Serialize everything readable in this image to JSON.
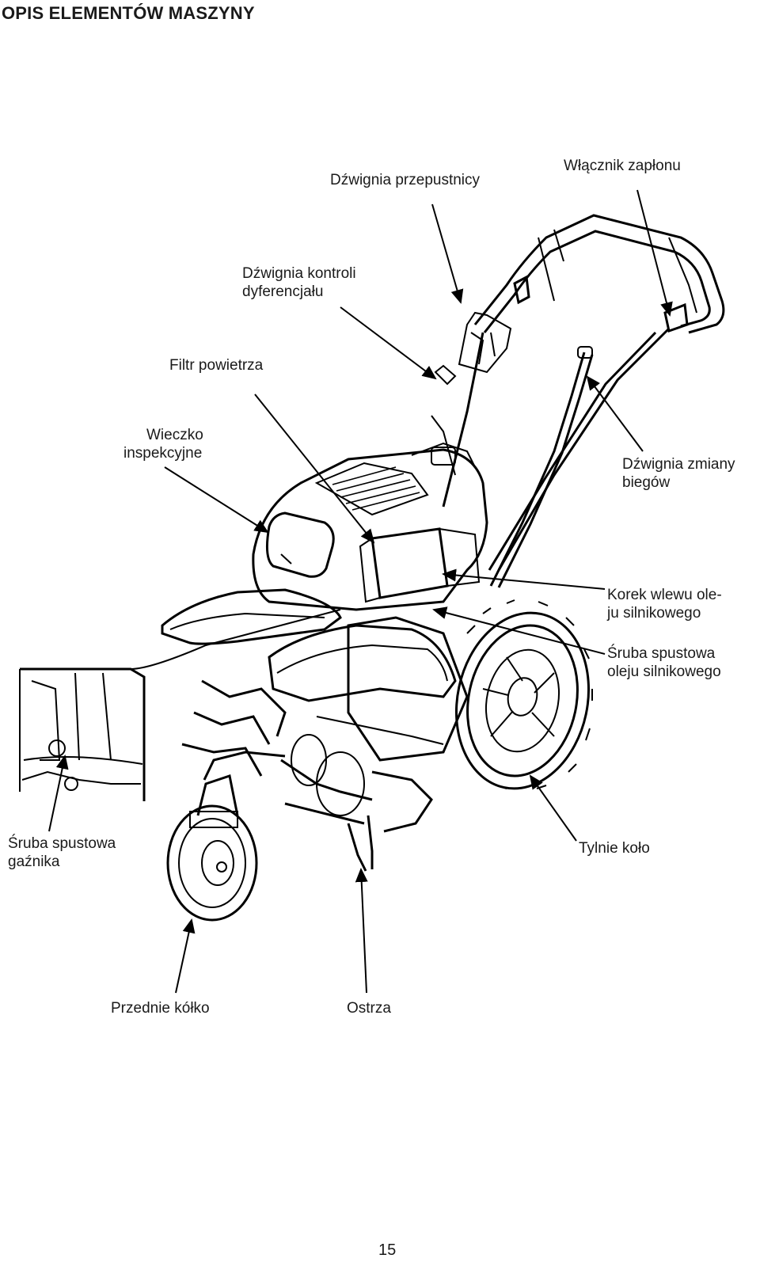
{
  "page": {
    "title": "OPIS ELEMENTÓW MASZYNY",
    "number": "15"
  },
  "labels": {
    "throttle_lever": "Dźwignia przepustnicy",
    "ignition_switch": "Włącznik zapłonu",
    "diff_lever_1": "Dźwignia kontroli",
    "diff_lever_2": "dyferencjału",
    "air_filter": "Filtr powietrza",
    "inspection_cover_1": "Wieczko",
    "inspection_cover_2": "inspekcyjne",
    "gear_lever_1": "Dźwignia zmiany",
    "gear_lever_2": "biegów",
    "oil_fill_1": "Korek wlewu ole-",
    "oil_fill_2": "ju silnikowego",
    "oil_drain_1": "Śruba spustowa",
    "oil_drain_2": "oleju silnikowego",
    "carb_drain_1": "Śruba spustowa",
    "carb_drain_2": "gaźnika",
    "rear_wheel": "Tylnie koło",
    "front_wheel": "Przednie kółko",
    "blades": "Ostrza"
  }
}
